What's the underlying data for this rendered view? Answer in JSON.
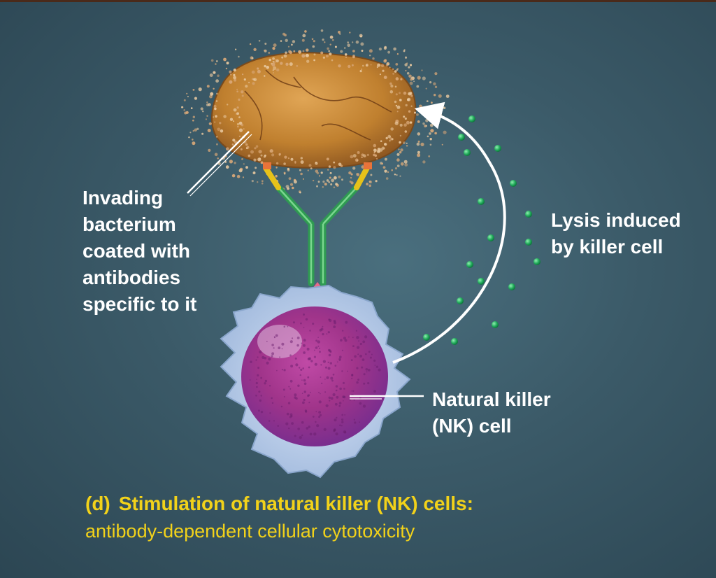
{
  "labels": {
    "bacterium": [
      "Invading",
      "bacterium",
      "coated with",
      "antibodies",
      "specific to it"
    ],
    "lysis": [
      "Lysis induced",
      "by killer cell"
    ],
    "nk_cell": [
      "Natural killer",
      "(NK) cell"
    ]
  },
  "caption": {
    "letter": "(d)",
    "title": "Stimulation of natural killer (NK) cells:",
    "subtitle": "antibody-dependent cellular cytotoxicity"
  },
  "colors": {
    "background": "#3b5a68",
    "caption_text": "#f2d21a",
    "label_text": "#ffffff",
    "bacterium": "#c98a3c",
    "nk_cell": "#a8348f",
    "antibody": "#3aa860",
    "granules": "#1fa859"
  }
}
